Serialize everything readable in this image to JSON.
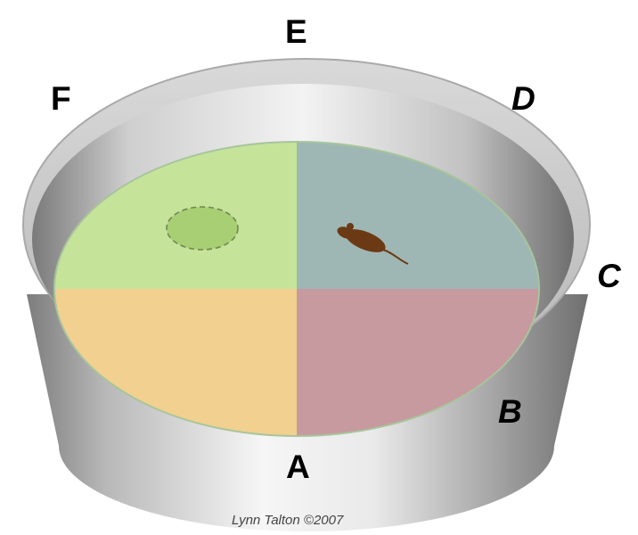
{
  "labels": {
    "a": "A",
    "b": "B",
    "c": "C",
    "d": "D",
    "e": "E",
    "f": "F"
  },
  "credit": "Lynn Talton ©2007",
  "quadrant_colors": {
    "top_left": "#c6e39a",
    "top_right": "#9fb7b4",
    "bottom_left": "#f1d090",
    "bottom_right": "#c79aa0"
  },
  "platform_color": "#a8cf73",
  "mouse_color": "#6b3a14",
  "pool_colors": {
    "rim": "#c9c9c9",
    "wall_light": "#f4f4f4",
    "wall_dark": "#8a8a8a"
  },
  "icons": {
    "mouse": "mouse-icon",
    "platform": "hidden-platform"
  }
}
